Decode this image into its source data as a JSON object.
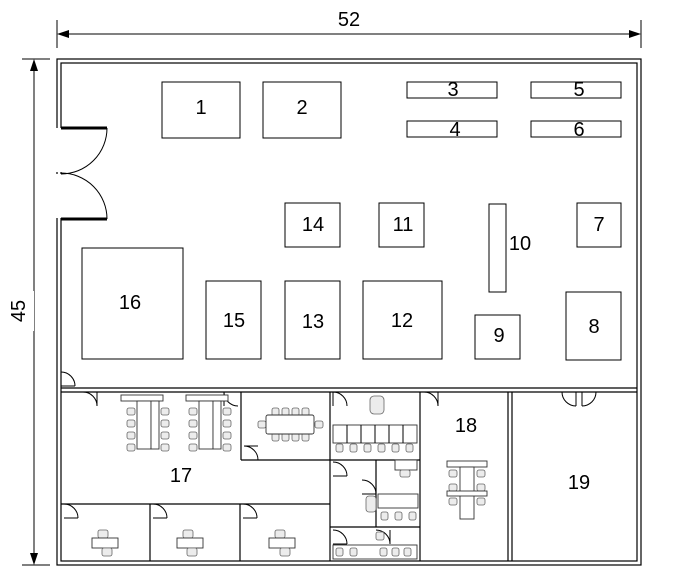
{
  "dimensions": {
    "width_label": "52",
    "height_label": "45"
  },
  "equipment_labels": [
    "1",
    "2",
    "3",
    "4",
    "5",
    "6",
    "7",
    "8",
    "9",
    "10",
    "11",
    "12",
    "13",
    "14",
    "15",
    "16"
  ],
  "room_labels": {
    "room17": "17",
    "room18": "18",
    "room19": "19"
  }
}
